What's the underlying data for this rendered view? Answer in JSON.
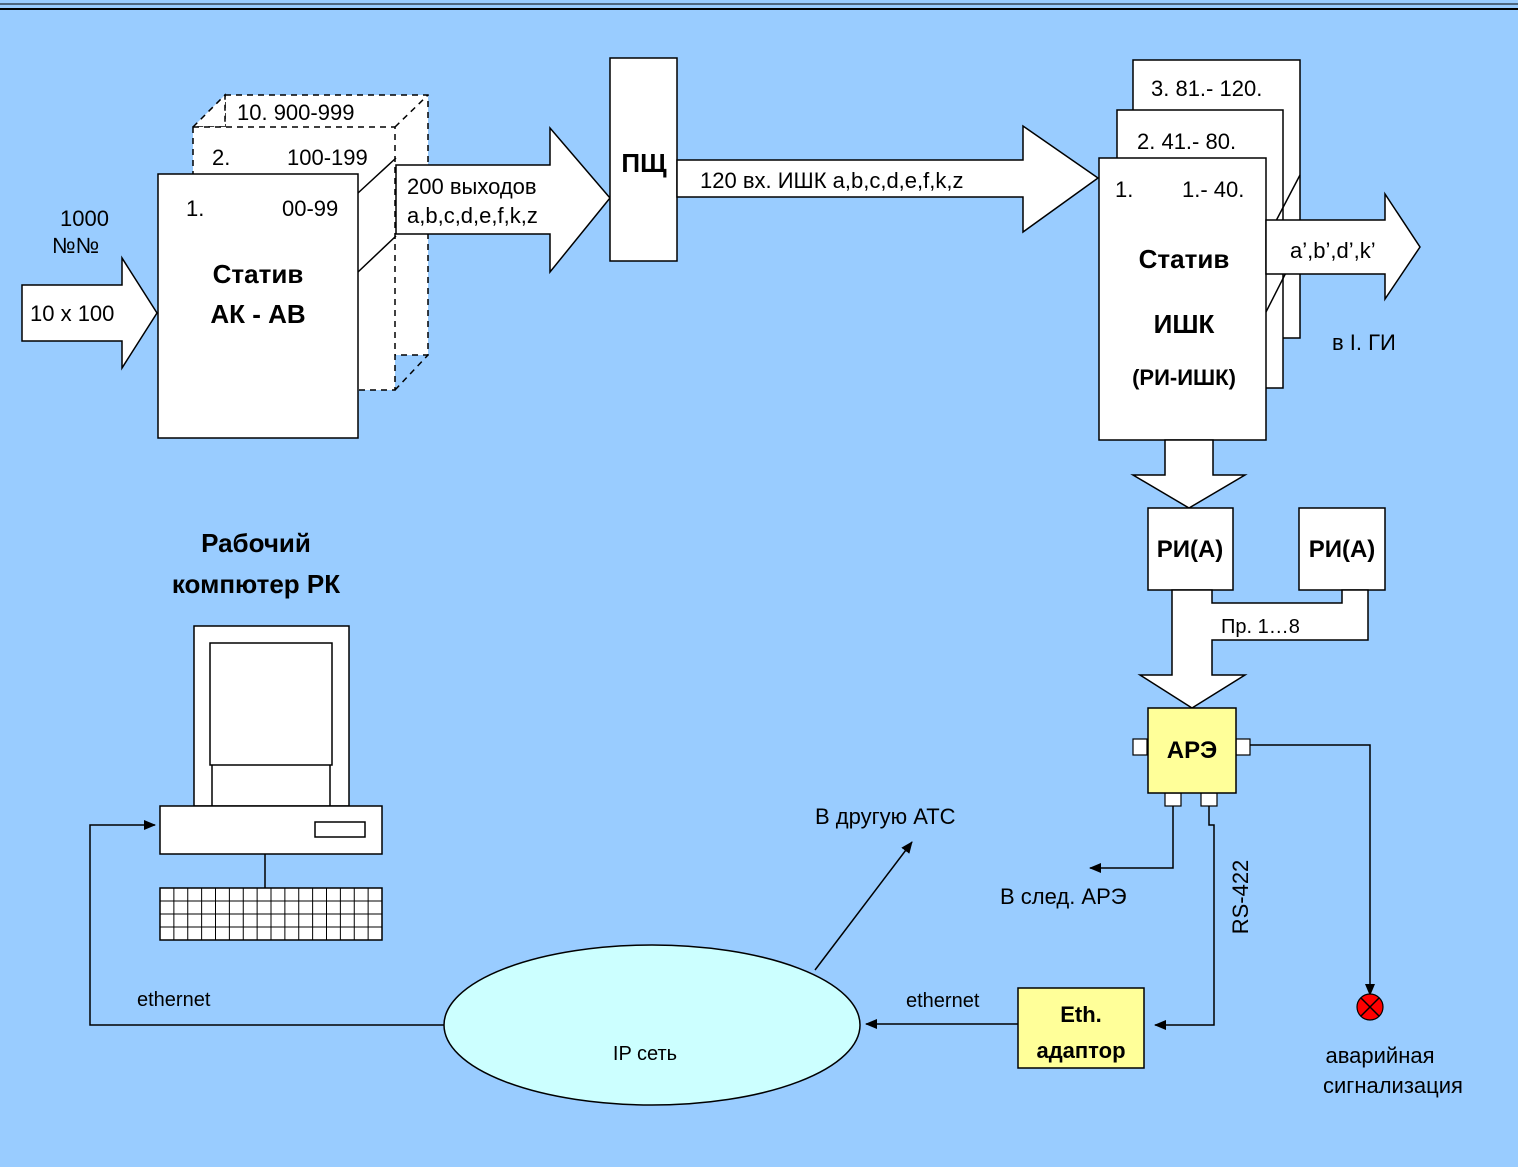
{
  "colors": {
    "background": "#99ccff",
    "box_fill": "#ffffff",
    "are_fill": "#ffff99",
    "ip_cloud_fill": "#ccffff",
    "alarm_fill": "#ff0000"
  },
  "input": {
    "count_line1": "1000",
    "count_line2": "№№",
    "arrow_label": "10 x 100"
  },
  "stativ_ak": {
    "card1_num": "1.",
    "card1_range": "00-99",
    "card2_num": "2.",
    "card2_range": "100-199",
    "card10_label": "10.  900-999",
    "title_line1": "Статив",
    "title_line2": "АК - АВ"
  },
  "arrow_outputs": {
    "line1": "200 выходов",
    "line2": "a,b,c,d,e,f,k,z"
  },
  "pshch": {
    "label": "ПЩ"
  },
  "arrow_ishk_in": {
    "label": "120 вх. ИШК  a,b,c,d,e,f,k,z"
  },
  "stativ_ishk": {
    "card1_num": "1.",
    "card1_range": "1.- 40.",
    "card2_label": "2.  41.- 80.",
    "card3_label": "3. 81.- 120.",
    "title_line1": "Статив",
    "title_line2": "ИШК",
    "title_line3": "(РИ-ИШК)"
  },
  "arrow_out_right": {
    "label": "a’,b’,d’,k’"
  },
  "to_gi": {
    "label": "в I. ГИ"
  },
  "ri_a_left": {
    "label": "РИ(А)"
  },
  "ri_a_right": {
    "label": "РИ(А)"
  },
  "pr_label": "Пр. 1…8",
  "are": {
    "label": "АРЭ"
  },
  "next_are": "В след. АРЭ",
  "rs422": "RS-422",
  "alarm": {
    "line1": "аварийная",
    "line2": "сигнализация"
  },
  "eth_adapter": {
    "line1": "Eth.",
    "line2": "адаптор"
  },
  "ethernet_right": "ethernet",
  "ethernet_left": "ethernet",
  "ip_network": "IP сеть",
  "other_ats": "В другую АТС",
  "computer": {
    "line1": "Рабочий",
    "line2": "компютер РК"
  }
}
